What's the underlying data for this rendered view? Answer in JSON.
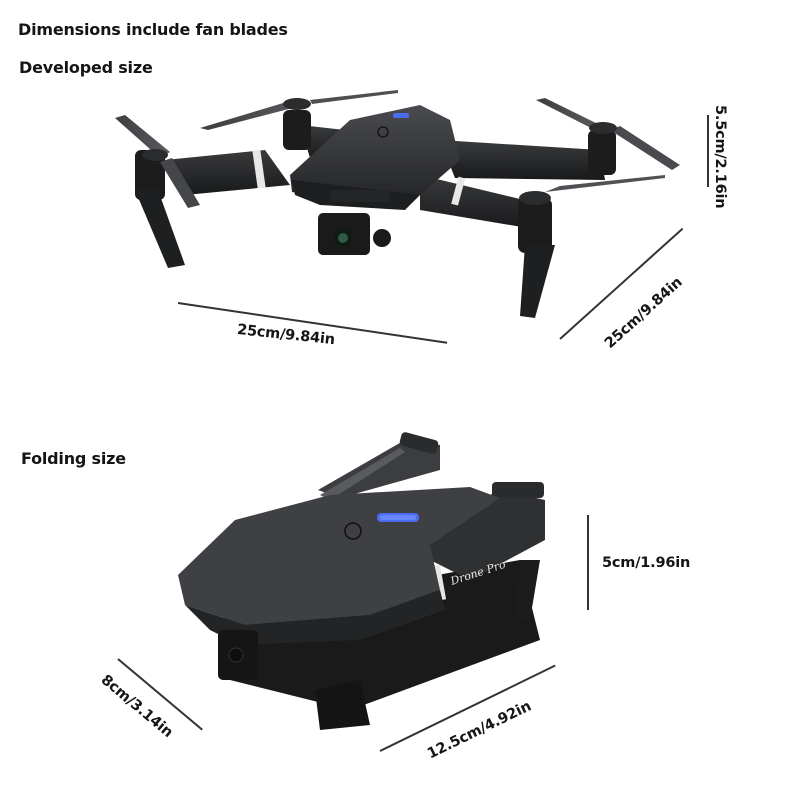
{
  "headings": {
    "note": "Dimensions include fan blades",
    "developed": "Developed size",
    "folding": "Folding size"
  },
  "developed_dimensions": {
    "width": "25cm/9.84in",
    "depth": "25cm/9.84in",
    "height": "5.5cm/2.16in"
  },
  "folding_dimensions": {
    "height": "5cm/1.96in",
    "width": "8cm/3.14in",
    "length": "12.5cm/4.92in"
  },
  "drone": {
    "brand_text": "Drone Pro",
    "indicator_color": "#4a6cf0",
    "body_color": "#2e2f31"
  }
}
